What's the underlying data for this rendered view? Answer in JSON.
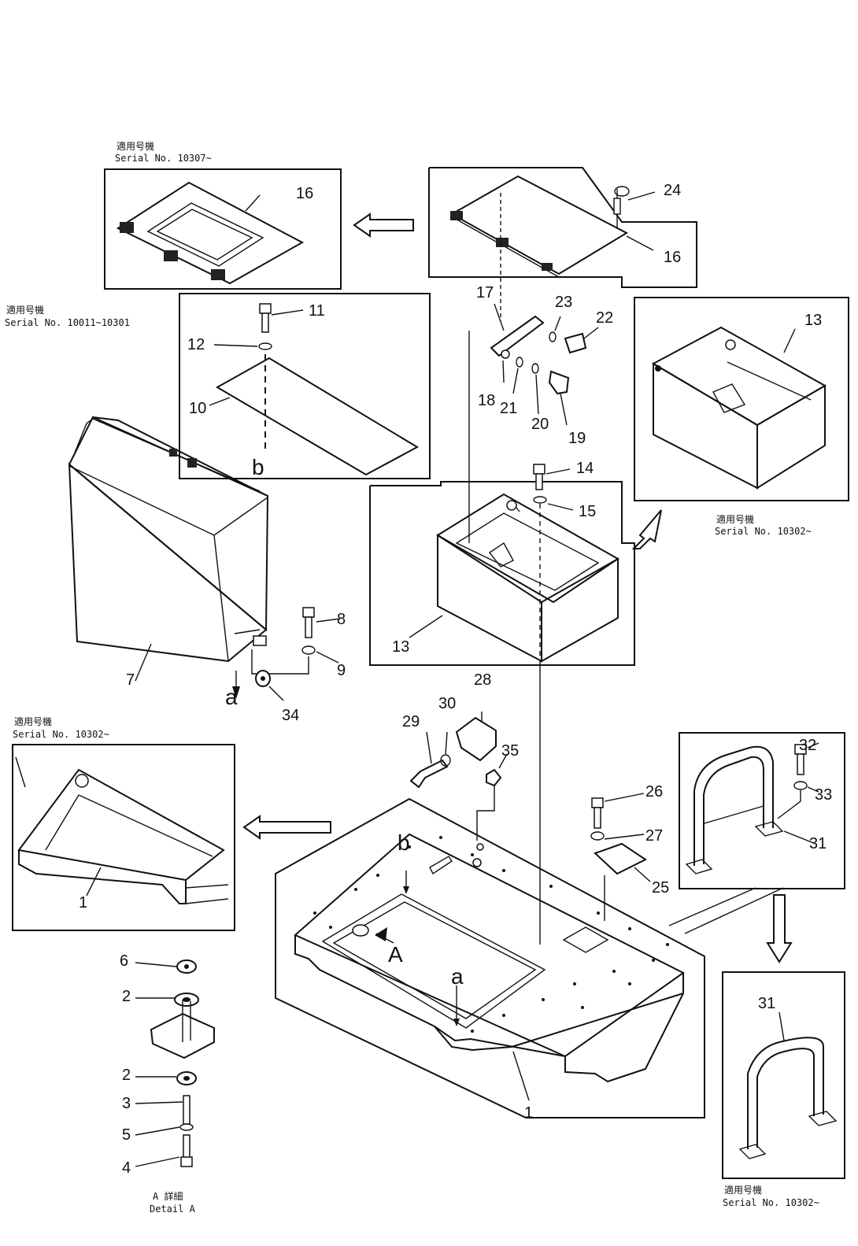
{
  "serial_notes": {
    "top_left_jp": "適用号機",
    "top_left": "Serial No. 10307~",
    "mid_left_jp": "適用号機",
    "mid_left": "Serial No. 10011~10301",
    "right_jp": "適用号機",
    "right": "Serial No. 10302~",
    "lower_left_jp": "適用号機",
    "lower_left": "Serial No. 10302~",
    "bottom_right_jp": "適用号機",
    "bottom_right": "Serial No. 10302~"
  },
  "detail": {
    "jp": "A 詳細",
    "en": "Detail A"
  },
  "letters": {
    "a1": "a",
    "a2": "a",
    "b1": "b",
    "b2": "b",
    "A": "A"
  },
  "parts": {
    "p1a": "1",
    "p1b": "1",
    "p2a": "2",
    "p2b": "2",
    "p3": "3",
    "p4": "4",
    "p5": "5",
    "p6": "6",
    "p7": "7",
    "p8": "8",
    "p9": "9",
    "p10": "10",
    "p11": "11",
    "p12": "12",
    "p13a": "13",
    "p13b": "13",
    "p14": "14",
    "p15": "15",
    "p16a": "16",
    "p16b": "16",
    "p17": "17",
    "p18": "18",
    "p19": "19",
    "p20": "20",
    "p21": "21",
    "p22": "22",
    "p23": "23",
    "p24": "24",
    "p25": "25",
    "p26": "26",
    "p27": "27",
    "p28": "28",
    "p29": "29",
    "p30": "30",
    "p31a": "31",
    "p31b": "31",
    "p32": "32",
    "p33": "33",
    "p34": "34",
    "p35": "35"
  }
}
